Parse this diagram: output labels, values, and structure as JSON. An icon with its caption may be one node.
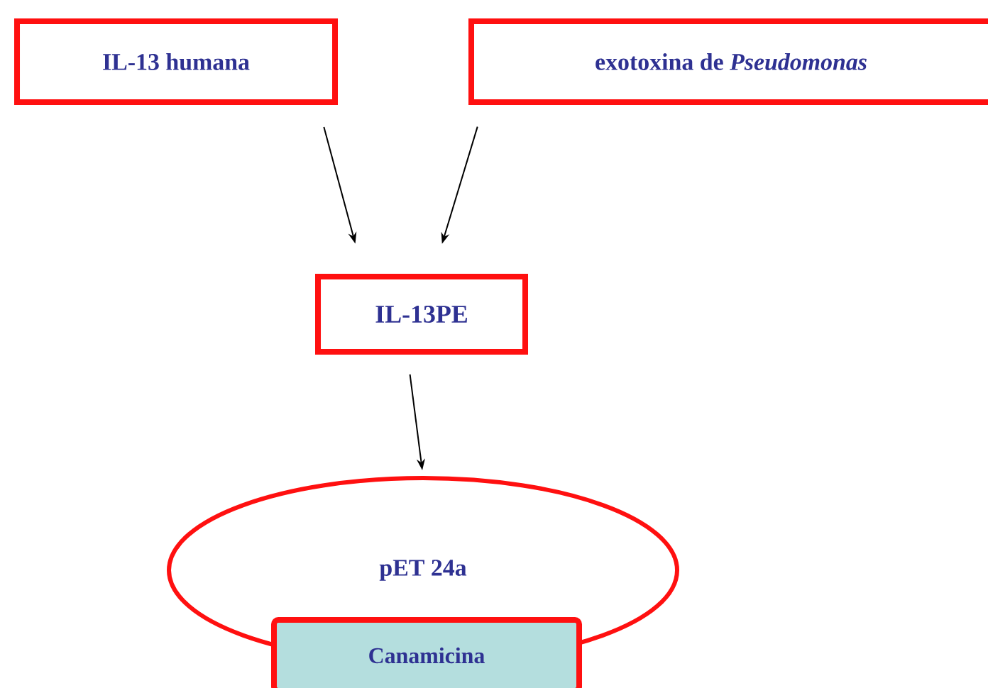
{
  "diagram": {
    "nodes": [
      {
        "text": [
          "IL-13 humana"
        ]
      },
      {
        "text": [
          "exotoxina de *Pseudomonas*"
        ]
      },
      {
        "text": [
          "IL-13PE"
        ]
      },
      {
        "text": [
          "pET 24a"
        ]
      },
      {
        "text": [
          "Canamicina"
        ]
      }
    ],
    "edges": [
      {
        "from": 0,
        "to": 2,
        "arrow": "to"
      },
      {
        "from": 1,
        "to": 2,
        "arrow": "to"
      },
      {
        "from": 2,
        "to": 3,
        "arrow": "to"
      }
    ]
  }
}
